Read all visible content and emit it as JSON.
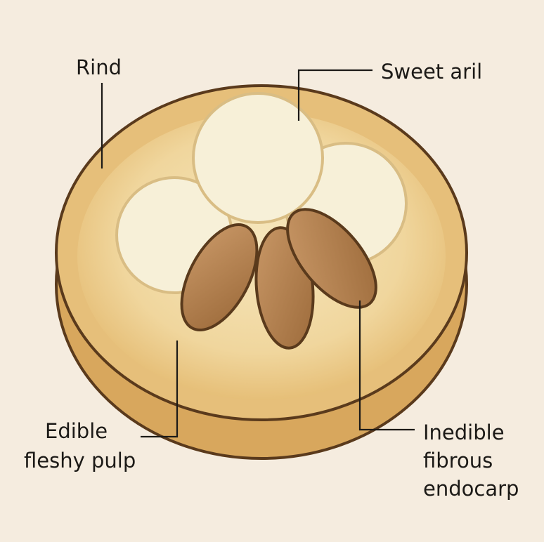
{
  "labels": {
    "rind": "Rind",
    "sweet_aril": "Sweet aril",
    "pulp_line1": "Edible",
    "pulp_line2": "fleshy pulp",
    "endocarp_line1": "Inedible",
    "endocarp_line2": "fibrous",
    "endocarp_line3": "endocarp"
  },
  "colors": {
    "background": "#f5ecdf",
    "rind_side": "#d9a85c",
    "rind_top": "#e8c27f",
    "pulp": "#f2dca6",
    "aril": "#f7f0d8",
    "seed": "#b07a45",
    "outline": "#5a3a1c",
    "leader": "#1c1a17"
  }
}
